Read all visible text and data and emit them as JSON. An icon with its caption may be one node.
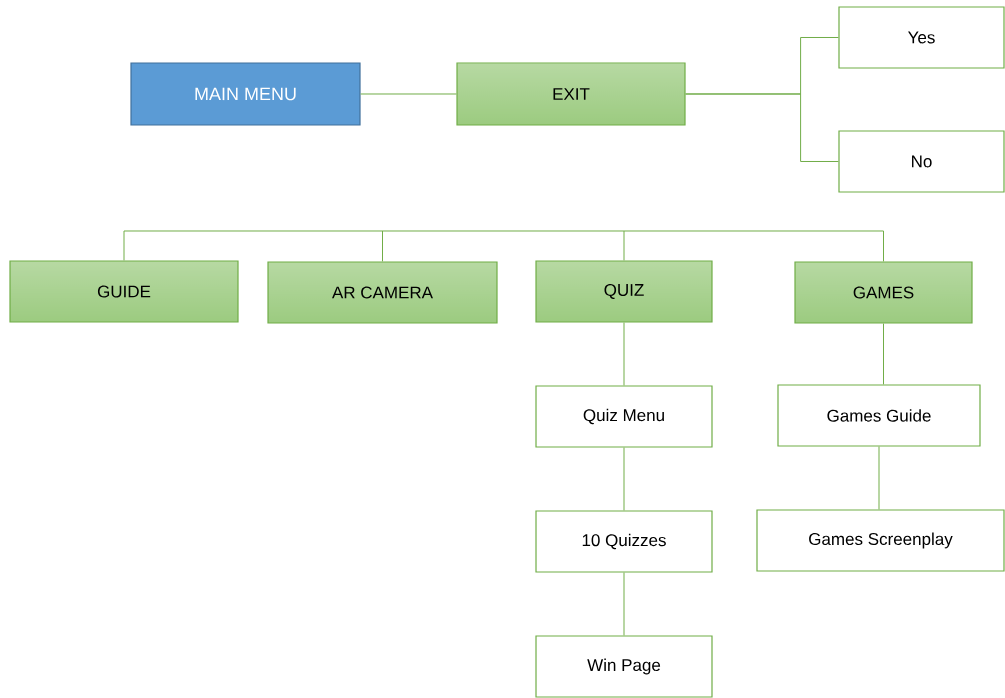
{
  "diagram": {
    "nodes": [
      {
        "text": [
          "MAIN MENU"
        ]
      },
      {
        "text": [
          "EXIT"
        ]
      },
      {
        "text": [
          "Yes"
        ]
      },
      {
        "text": [
          "No"
        ]
      },
      {
        "text": [
          "GUIDE"
        ]
      },
      {
        "text": [
          "AR CAMERA"
        ]
      },
      {
        "text": [
          "QUIZ"
        ]
      },
      {
        "text": [
          "GAMES"
        ]
      },
      {
        "text": [
          "Quiz Menu"
        ]
      },
      {
        "text": [
          "10 Quizzes"
        ]
      },
      {
        "text": [
          "Win Page"
        ]
      },
      {
        "text": [
          "Games Guide"
        ]
      },
      {
        "text": [
          "Games Screenplay"
        ]
      }
    ],
    "edges": [
      {
        "from": 0,
        "to": 1,
        "arrow": "none"
      },
      {
        "from": 1,
        "to": 2,
        "arrow": "none"
      },
      {
        "from": 1,
        "to": 3,
        "arrow": "none"
      },
      {
        "from": null,
        "to": 4,
        "arrow": "none"
      },
      {
        "from": null,
        "to": 5,
        "arrow": "none"
      },
      {
        "from": null,
        "to": 6,
        "arrow": "none"
      },
      {
        "from": null,
        "to": 7,
        "arrow": "none"
      },
      {
        "from": 6,
        "to": 8,
        "arrow": "none"
      },
      {
        "from": 8,
        "to": 9,
        "arrow": "none"
      },
      {
        "from": 9,
        "to": 10,
        "arrow": "none"
      },
      {
        "from": 7,
        "to": 11,
        "arrow": "none"
      },
      {
        "from": 11,
        "to": 12,
        "arrow": "none"
      }
    ]
  }
}
